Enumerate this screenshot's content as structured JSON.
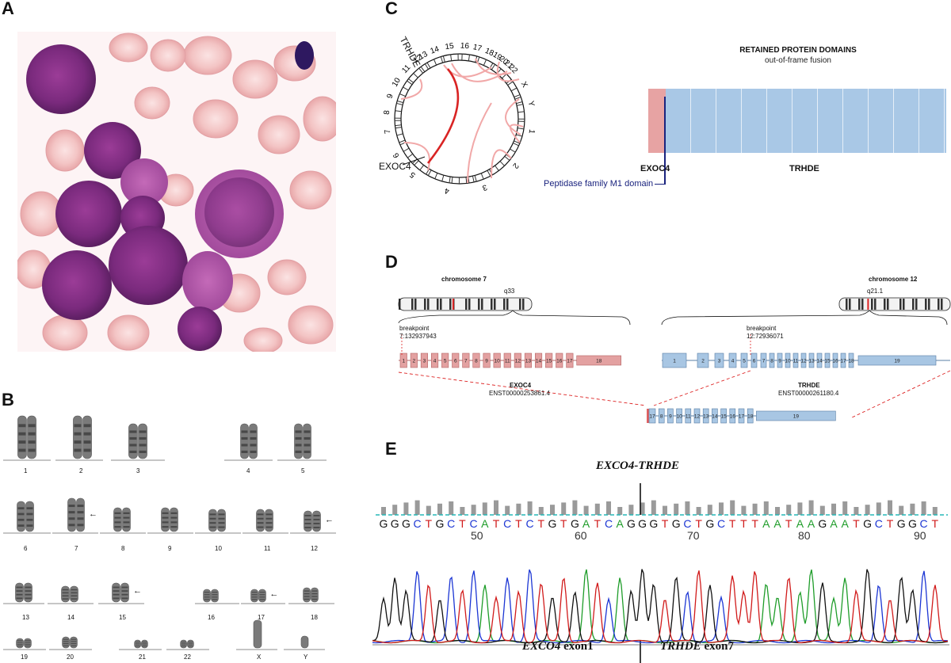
{
  "panels": {
    "a": "A",
    "b": "B",
    "c": "C",
    "d": "D",
    "e": "E"
  },
  "panel_b": {
    "row1": [
      "1",
      "2",
      "3",
      "4",
      "5"
    ],
    "row2": [
      "6",
      "7",
      "8",
      "9",
      "10",
      "11",
      "12"
    ],
    "row3": [
      "13",
      "14",
      "15",
      "16",
      "17",
      "18"
    ],
    "row4": [
      "19",
      "20",
      "21",
      "22",
      "X",
      "Y"
    ]
  },
  "panel_c": {
    "fusion_genes": {
      "left": "TRHDE",
      "bottom": "EXOC4"
    },
    "chromosome_labels": [
      "13",
      "14",
      "15",
      "16",
      "17",
      "18",
      "19",
      "20",
      "21",
      "22",
      "X",
      "Y",
      "1",
      "2",
      "3",
      "4",
      "5",
      "6",
      "7",
      "8",
      "9",
      "10",
      "11",
      "12"
    ],
    "domain_title": "RETAINED PROTEIN DOMAINS",
    "domain_subtitle": "out-of-frame fusion",
    "gene_left": "EXOC4",
    "gene_right": "TRHDE",
    "domain_label": "Peptidase family M1 domain",
    "colors": {
      "exoc4": "#e7a3a3",
      "trhde": "#a9c8e6",
      "domain_line": "#1a237e"
    }
  },
  "panel_d": {
    "chr7_title": "chromosome 7",
    "chr7_band": "q33",
    "chr12_title": "chromosome 12",
    "chr12_band": "q21.1",
    "bp1_label": "breakpoint",
    "bp1_coord": "7:132937943",
    "bp2_label": "breakpoint",
    "bp2_coord": "12:72936071",
    "exoc4_name": "EXOC4",
    "exoc4_tx": "ENST00000253861.4",
    "trhde_name": "TRHDE",
    "trhde_tx": "ENST00000261180.4",
    "exoc4_exons": [
      "1",
      "2",
      "3",
      "4",
      "5",
      "6",
      "7",
      "8",
      "9",
      "10",
      "11",
      "12",
      "13",
      "14",
      "15",
      "16",
      "17",
      "18"
    ],
    "trhde_exons": [
      "1",
      "2",
      "3",
      "4",
      "5",
      "6",
      "7",
      "8",
      "9",
      "10",
      "11",
      "12",
      "13",
      "14",
      "15",
      "16",
      "17",
      "18",
      "19"
    ],
    "fusion_exons": [
      "17",
      "8",
      "9",
      "10",
      "11",
      "12",
      "13",
      "14",
      "15",
      "16",
      "17",
      "18",
      "19"
    ]
  },
  "panel_e": {
    "fusion_label": "EXCO4-TRHDE",
    "sequence": "GGGCTGCTCATCTCTGTGATCAGGGTGCTGCTTTAATAAGAATGCTGGCT",
    "positions": [
      "50",
      "60",
      "70",
      "80",
      "90"
    ],
    "exon_left_gene": "EXCO4",
    "exon_left_suffix": " exon1",
    "exon_right_gene": "TRHDE",
    "exon_right_suffix": " exon7",
    "base_colors": {
      "A": "#1f9d2a",
      "C": "#1c36d4",
      "G": "#111111",
      "T": "#d11b1b"
    }
  }
}
